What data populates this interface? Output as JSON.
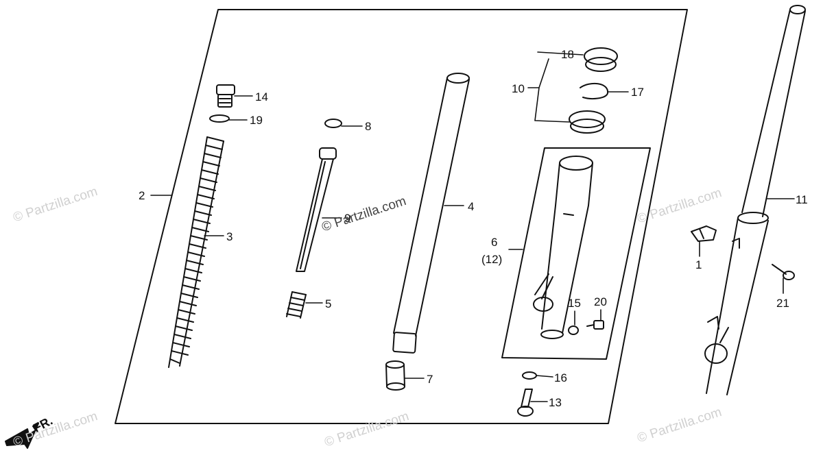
{
  "watermark": "© Partzilla.com",
  "direction_label": "FR.",
  "callouts": [
    {
      "id": "1",
      "text": "1"
    },
    {
      "id": "2",
      "text": "2"
    },
    {
      "id": "3",
      "text": "3"
    },
    {
      "id": "4",
      "text": "4"
    },
    {
      "id": "5",
      "text": "5"
    },
    {
      "id": "6",
      "text": "6"
    },
    {
      "id": "6b",
      "text": "(12)"
    },
    {
      "id": "7",
      "text": "7"
    },
    {
      "id": "8",
      "text": "8"
    },
    {
      "id": "9",
      "text": "9"
    },
    {
      "id": "10",
      "text": "10"
    },
    {
      "id": "11",
      "text": "11"
    },
    {
      "id": "13",
      "text": "13"
    },
    {
      "id": "14",
      "text": "14"
    },
    {
      "id": "15",
      "text": "15"
    },
    {
      "id": "16",
      "text": "16"
    },
    {
      "id": "17",
      "text": "17"
    },
    {
      "id": "18",
      "text": "18"
    },
    {
      "id": "19",
      "text": "19"
    },
    {
      "id": "20",
      "text": "20"
    },
    {
      "id": "21",
      "text": "21"
    }
  ]
}
